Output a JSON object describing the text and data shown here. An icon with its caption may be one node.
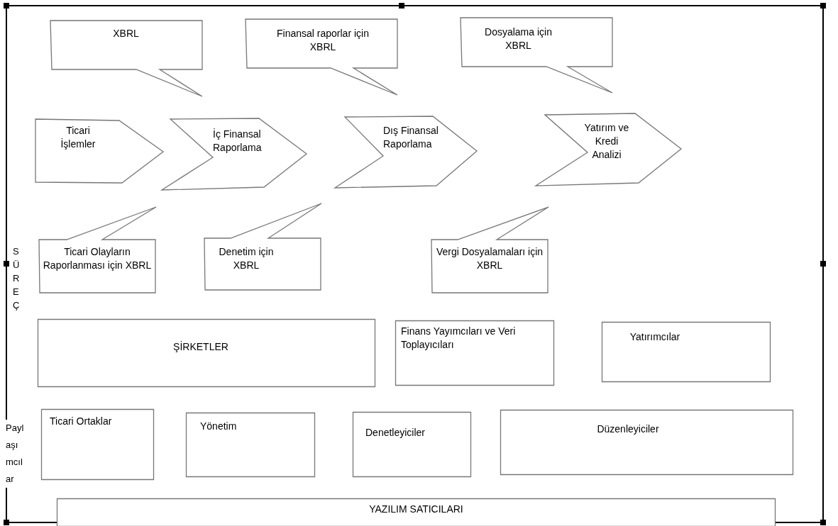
{
  "diagram": {
    "nodes": [
      {
        "text": [
          "XBRL"
        ]
      },
      {
        "text": [
          "Finansal raporlar için XBRL"
        ]
      },
      {
        "text": [
          "Dosyalama için XBRL"
        ]
      },
      {
        "text": [
          "Ticari İşlemler"
        ]
      },
      {
        "text": [
          "İç Finansal Raporlama"
        ]
      },
      {
        "text": [
          "Dış Finansal Raporlama"
        ]
      },
      {
        "text": [
          "Yatırım ve Kredi Analizi"
        ]
      },
      {
        "text": [
          "Ticari Olayların Raporlanması için XBRL"
        ]
      },
      {
        "text": [
          "Denetim için XBRL"
        ]
      },
      {
        "text": [
          "Vergi Dosyalamaları için XBRL"
        ]
      },
      {
        "text": [
          "ŞİRKETLER"
        ]
      },
      {
        "text": [
          "Finans Yayımcıları ve Veri Toplayıcıları"
        ]
      },
      {
        "text": [
          "Yatırımcılar"
        ]
      },
      {
        "text": [
          "Ticari Ortaklar"
        ]
      },
      {
        "text": [
          "Yönetim"
        ]
      },
      {
        "text": [
          "Denetleyiciler"
        ]
      },
      {
        "text": [
          "Düzenleyiciler"
        ]
      },
      {
        "text": [
          "YAZILIM SATICILARI"
        ]
      }
    ],
    "labels": [
      "SÜREÇ",
      "Paylaşımcılar"
    ]
  }
}
